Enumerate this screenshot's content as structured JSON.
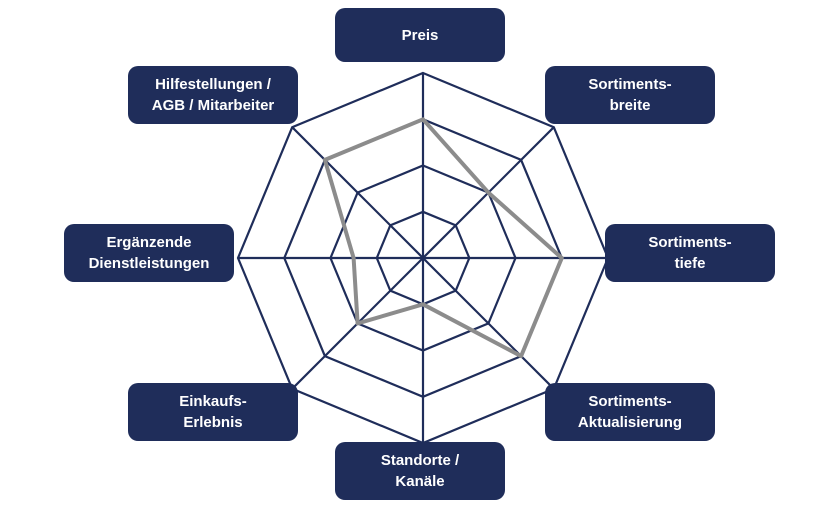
{
  "chart_data": {
    "type": "radar",
    "axes": [
      "Preis",
      "Sortiments-\nbreite",
      "Sortiments-\ntiefe",
      "Sortiments-\nAktualisierung",
      "Standorte /\nKanäle",
      "Einkaufs-\nErlebnis",
      "Ergänzende\nDienstleistungen",
      "Hilfestellungen /\nAGB / Mitarbeiter"
    ],
    "rings": 4,
    "range": [
      0,
      4
    ],
    "series": [
      {
        "values": [
          3,
          2,
          3,
          3,
          1,
          2,
          1.5,
          3
        ]
      }
    ],
    "colors": {
      "grid": "#1f2d5a",
      "series": "#8c8c8c",
      "label_bg": "#1f2d5a",
      "label_text": "#ffffff"
    }
  }
}
